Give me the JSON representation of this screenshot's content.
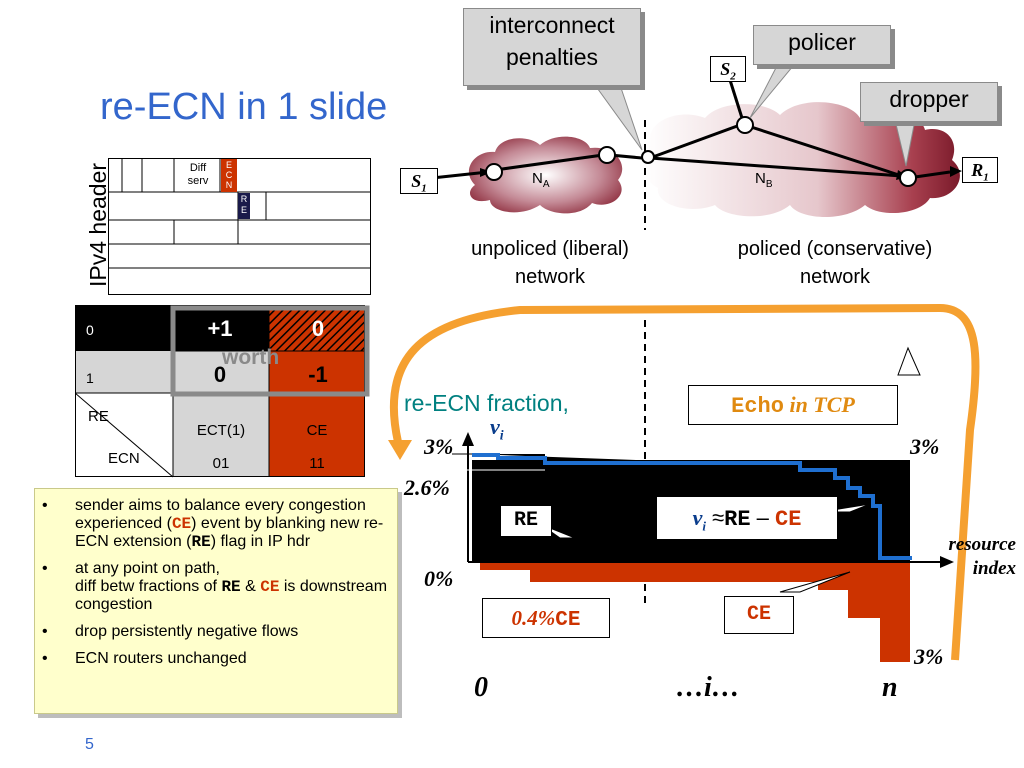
{
  "slide": {
    "title": "re-ECN in 1 slide",
    "page_number": "5"
  },
  "callouts": {
    "interconnect": [
      "interconnect",
      "penalties"
    ],
    "policer": "policer",
    "dropper": "dropper"
  },
  "network": {
    "s1": "S",
    "s1_sub": "1",
    "s2": "S",
    "s2_sub": "2",
    "r1": "R",
    "r1_sub": "1",
    "na": "N",
    "na_sub": "A",
    "nb": "N",
    "nb_sub": "B",
    "unpoliced": [
      "unpoliced (liberal)",
      "network"
    ],
    "policed": [
      "policed (conservative)",
      "network"
    ]
  },
  "ipv4": {
    "label": "IPv4 header",
    "diffserv": [
      "Diff",
      "serv"
    ],
    "ecn_letters": [
      "E",
      "C",
      "N"
    ],
    "re_letters": [
      "R",
      "E"
    ]
  },
  "truth_table": {
    "rows": [
      "0",
      "1"
    ],
    "re_label": "RE",
    "ecn_label": "ECN",
    "worth": "worth",
    "cells": {
      "r0c1": "+1",
      "r0c2": "0",
      "r1c1": "0",
      "r1c2": "-1"
    },
    "col_names": [
      "ECT(1)",
      "CE"
    ],
    "col_codes": [
      "01",
      "11"
    ]
  },
  "bullets": {
    "b1_pre": "sender aims to balance every congestion experienced (",
    "b1_ce": "CE",
    "b1_mid": ") event by blanking new re-ECN extension (",
    "b1_re": "RE",
    "b1_post": ") flag in IP hdr",
    "b2_line1": "at any point on path,",
    "b2_pre": "diff betw fractions of ",
    "b2_re": "RE",
    "b2_amp": " & ",
    "b2_ce": "CE",
    "b2_post": " is downstream congestion",
    "b3": "drop persistently negative flows",
    "b4": "ECN routers unchanged"
  },
  "plot": {
    "fraction_label": "re-ECN fraction,",
    "v": "v",
    "v_sub": "i",
    "echo_code": "Echo",
    "echo_text": " in TCP",
    "y_3": "3%",
    "y_26": "2.6%",
    "y_0": "0%",
    "right_3": "3%",
    "bottom_3": "3%",
    "x_0": "0",
    "x_i": "…i…",
    "x_n": "n",
    "axis": [
      "resource",
      "index"
    ],
    "re_box": "RE",
    "formula_approx": " ≈",
    "formula_re": "RE",
    "formula_minus": " – ",
    "formula_ce": "CE",
    "ce04_num": "0.4%",
    "ce04_code": "CE",
    "ce_box": "CE"
  },
  "colors": {
    "title_blue": "#3366cc",
    "ce_red": "#cc3300",
    "orange": "#f5a030",
    "echo_code": "#e08a10",
    "teal": "#008080"
  }
}
